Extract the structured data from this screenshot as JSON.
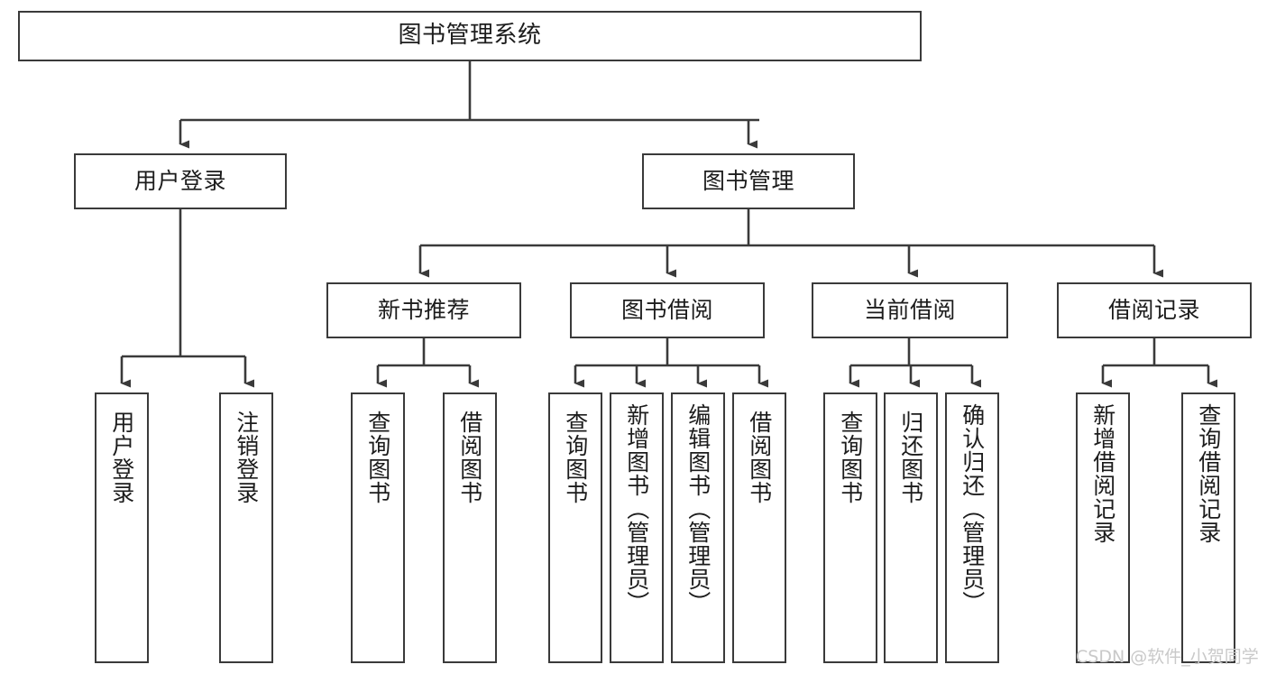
{
  "diagram": {
    "title": "图书管理系统",
    "type": "tree",
    "orientation": "top-down",
    "style": {
      "box_border_color": "#3a3a3a",
      "box_fill_color": "#ffffff",
      "edge_color": "#3a3a3a",
      "text_color": "#1c1c1c",
      "background": "#ffffff"
    },
    "nodes": {
      "root": {
        "label": "图书管理系统",
        "level": 1,
        "text_direction": "horizontal"
      },
      "user_login": {
        "label": "用户登录",
        "level": 2,
        "text_direction": "horizontal"
      },
      "book_manage": {
        "label": "图书管理",
        "level": 2,
        "text_direction": "horizontal"
      },
      "new_book_recommend": {
        "label": "新书推荐",
        "level": 3,
        "text_direction": "horizontal"
      },
      "book_borrow": {
        "label": "图书借阅",
        "level": 3,
        "text_direction": "horizontal"
      },
      "current_borrow": {
        "label": "当前借阅",
        "level": 3,
        "text_direction": "horizontal"
      },
      "borrow_record": {
        "label": "借阅记录",
        "level": 3,
        "text_direction": "horizontal"
      },
      "leaf_user_login": {
        "label": "用户登录",
        "level": 4,
        "text_direction": "vertical"
      },
      "leaf_logout": {
        "label": "注销登录",
        "level": 4,
        "text_direction": "vertical"
      },
      "leaf_query_book_1": {
        "label": "查询图书",
        "level": 4,
        "text_direction": "vertical"
      },
      "leaf_borrow_book_1": {
        "label": "借阅图书",
        "level": 4,
        "text_direction": "vertical"
      },
      "leaf_query_book_2": {
        "label": "查询图书",
        "level": 4,
        "text_direction": "vertical"
      },
      "leaf_add_book": {
        "label": "新增图书（管理员）",
        "level": 4,
        "text_direction": "vertical"
      },
      "leaf_edit_book": {
        "label": "编辑图书（管理员）",
        "level": 4,
        "text_direction": "vertical"
      },
      "leaf_borrow_book_2": {
        "label": "借阅图书",
        "level": 4,
        "text_direction": "vertical"
      },
      "leaf_query_book_3": {
        "label": "查询图书",
        "level": 4,
        "text_direction": "vertical"
      },
      "leaf_return_book": {
        "label": "归还图书",
        "level": 4,
        "text_direction": "vertical"
      },
      "leaf_confirm_return": {
        "label": "确认归还（管理员）",
        "level": 4,
        "text_direction": "vertical"
      },
      "leaf_add_record": {
        "label": "新增借阅记录",
        "level": 4,
        "text_direction": "vertical"
      },
      "leaf_query_record": {
        "label": "查询借阅记录",
        "level": 4,
        "text_direction": "vertical"
      }
    },
    "edges": [
      {
        "from": "root",
        "to": "user_login"
      },
      {
        "from": "root",
        "to": "book_manage"
      },
      {
        "from": "user_login",
        "to": "leaf_user_login"
      },
      {
        "from": "user_login",
        "to": "leaf_logout"
      },
      {
        "from": "book_manage",
        "to": "new_book_recommend"
      },
      {
        "from": "book_manage",
        "to": "book_borrow"
      },
      {
        "from": "book_manage",
        "to": "current_borrow"
      },
      {
        "from": "book_manage",
        "to": "borrow_record"
      },
      {
        "from": "new_book_recommend",
        "to": "leaf_query_book_1"
      },
      {
        "from": "new_book_recommend",
        "to": "leaf_borrow_book_1"
      },
      {
        "from": "book_borrow",
        "to": "leaf_query_book_2"
      },
      {
        "from": "book_borrow",
        "to": "leaf_add_book"
      },
      {
        "from": "book_borrow",
        "to": "leaf_edit_book"
      },
      {
        "from": "book_borrow",
        "to": "leaf_borrow_book_2"
      },
      {
        "from": "current_borrow",
        "to": "leaf_query_book_3"
      },
      {
        "from": "current_borrow",
        "to": "leaf_return_book"
      },
      {
        "from": "current_borrow",
        "to": "leaf_confirm_return"
      },
      {
        "from": "borrow_record",
        "to": "leaf_add_record"
      },
      {
        "from": "borrow_record",
        "to": "leaf_query_record"
      }
    ]
  },
  "watermark": {
    "text": "CSDN @软件_小贺同学"
  }
}
